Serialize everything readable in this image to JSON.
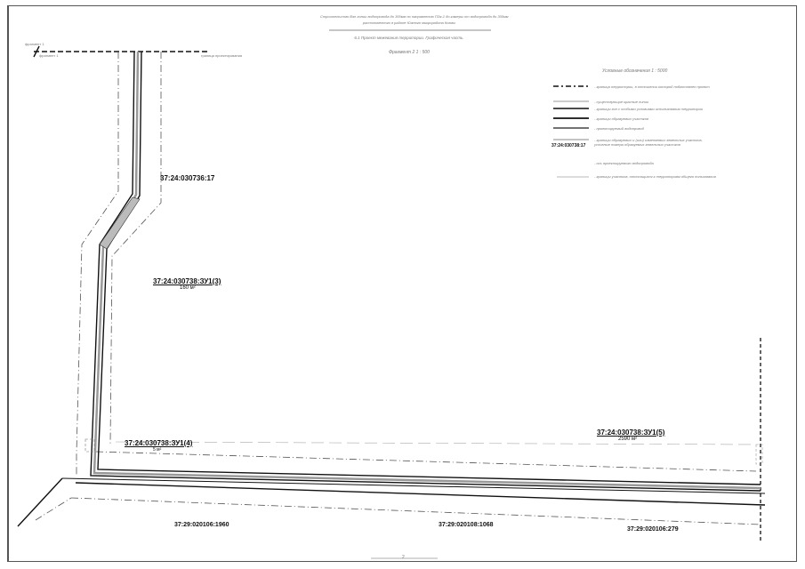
{
  "header": {
    "title_line1": "Строительство Вэл линии водопровода до 300мм по направлению ПЭк-1 до камеры от водопровода до 300мм",
    "title_line2": "расположенного в районе Южного микрорайона Кохмы",
    "subtitle": "6.1 Проект межевания территории. Графическая часть.",
    "fragment": "Фрагмент 2   1 : 500"
  },
  "legend": {
    "title": "Условные обозначения   1 : 5000",
    "items": [
      {
        "label": "- граница территории, в отношении которой подготовлен проект"
      },
      {
        "label": "- существующие красные линии"
      },
      {
        "label": "- границы зон с особыми условиями использования территории"
      },
      {
        "label": "- границы образуемых участков"
      },
      {
        "label": "- проектируемый водопровод"
      },
      {
        "label": "- границы образуемых и (или) изменяемых земельных участков, условные номера образуемых земельных участков",
        "sample": "37:24:030738:17"
      },
      {
        "label": "- ось проектируемого водопровода"
      },
      {
        "label": "- границы участков, относящихся к территориям общего пользования"
      }
    ]
  },
  "fragment_marker": {
    "top": "фрагмент 1",
    "bottom": "фрагмент 1"
  },
  "boundary_note": "граница проектирования",
  "parcels": [
    {
      "id": "37:24:030736:17"
    },
    {
      "id": "37:24:030738:ЗУ1(3)",
      "area": "160 м²"
    },
    {
      "id": "37:24:030738:ЗУ1(4)",
      "area": "5 м²"
    },
    {
      "id": "37:24:030738:ЗУ1(5)",
      "area": "2590 м²"
    },
    {
      "id": "37:29:020106:1960"
    },
    {
      "id": "37:29:020108:1068"
    },
    {
      "id": "37:29:020106:279"
    }
  ],
  "footer": {
    "sheet": "2"
  }
}
